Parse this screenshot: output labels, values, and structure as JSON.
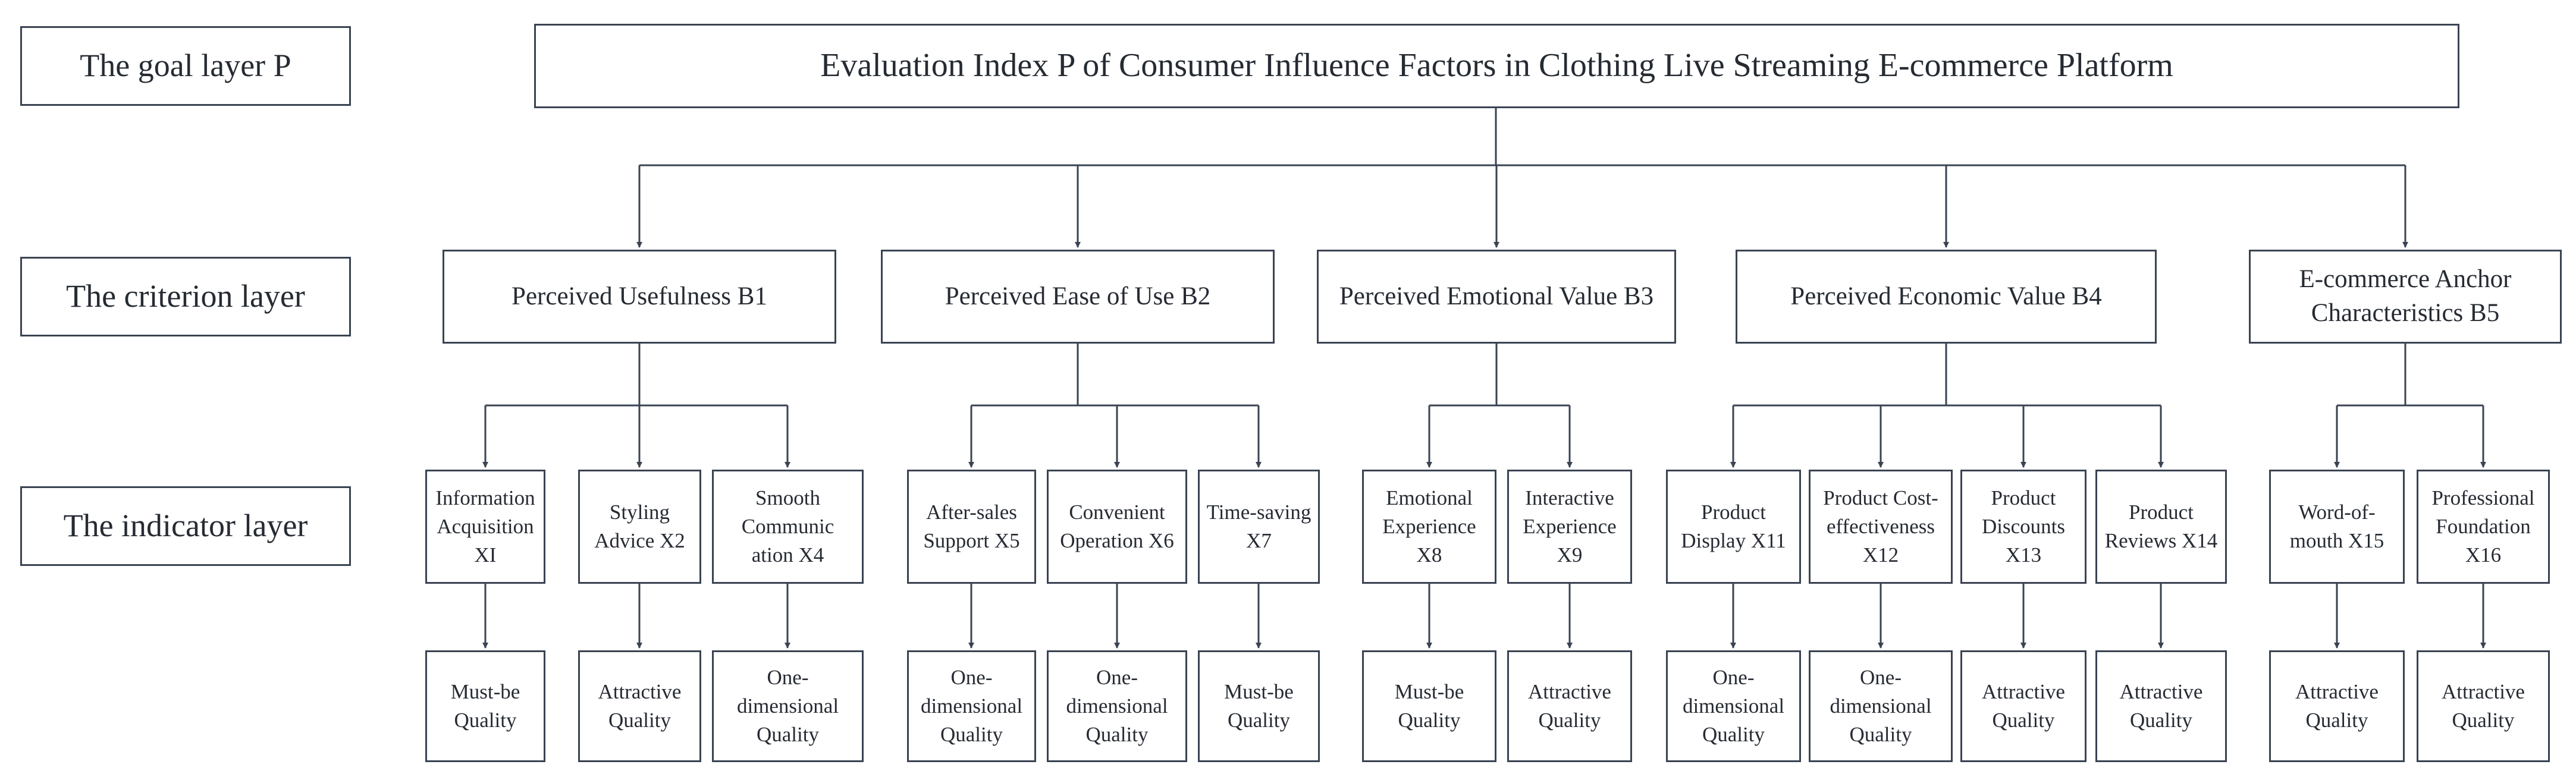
{
  "layers": {
    "goal": "The goal layer P",
    "criterion": "The criterion layer",
    "indicator": "The indicator layer"
  },
  "goal": "Evaluation Index P of Consumer Influence Factors in Clothing Live Streaming E-commerce Platform",
  "criteria": [
    {
      "label": "Perceived Usefulness B1"
    },
    {
      "label": "Perceived Ease of Use B2"
    },
    {
      "label": "Perceived Emotional Value B3"
    },
    {
      "label": "Perceived Economic Value B4"
    },
    {
      "label": "E-commerce Anchor Characteristics B5"
    }
  ],
  "indicators": [
    {
      "label": "Information Acquisition XI",
      "quality": "Must-be Quality"
    },
    {
      "label": "Styling Advice X2",
      "quality": "Attractive Quality"
    },
    {
      "label": "Smooth Communic ation X4",
      "quality": "One-dimensional Quality"
    },
    {
      "label": "After-sales Support X5",
      "quality": "One-dimensional Quality"
    },
    {
      "label": "Convenient Operation X6",
      "quality": "One-dimensional Quality"
    },
    {
      "label": "Time-saving X7",
      "quality": "Must-be Quality"
    },
    {
      "label": "Emotional Experience X8",
      "quality": "Must-be Quality"
    },
    {
      "label": "Interactive Experience X9",
      "quality": "Attractive Quality"
    },
    {
      "label": "Product Display X11",
      "quality": "One-dimensional Quality"
    },
    {
      "label": "Product Cost-effectiveness X12",
      "quality": "One-dimensional Quality"
    },
    {
      "label": "Product Discounts X13",
      "quality": "Attractive Quality"
    },
    {
      "label": "Product Reviews X14",
      "quality": "Attractive Quality"
    },
    {
      "label": "Word-of-mouth X15",
      "quality": "Attractive Quality"
    },
    {
      "label": "Professional Foundation X16",
      "quality": "Attractive Quality"
    }
  ]
}
